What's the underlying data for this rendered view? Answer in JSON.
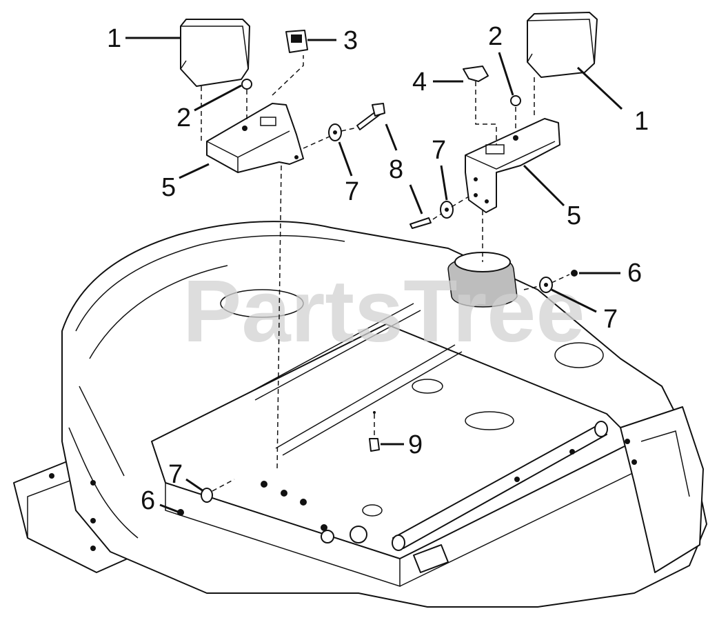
{
  "watermark": "PartsTree",
  "callouts": {
    "c1_left": "1",
    "c1_right": "1",
    "c2_left": "2",
    "c2_right": "2",
    "c3": "3",
    "c4": "4",
    "c5_left": "5",
    "c5_right": "5",
    "c6_right": "6",
    "c6_left": "6",
    "c7_left_upper": "7",
    "c7_center": "7",
    "c7_right": "7",
    "c7_left_lower": "7",
    "c8": "8",
    "c9": "9"
  },
  "colors": {
    "line": "#111111",
    "background": "#ffffff",
    "watermark": "#d2d2d2"
  }
}
